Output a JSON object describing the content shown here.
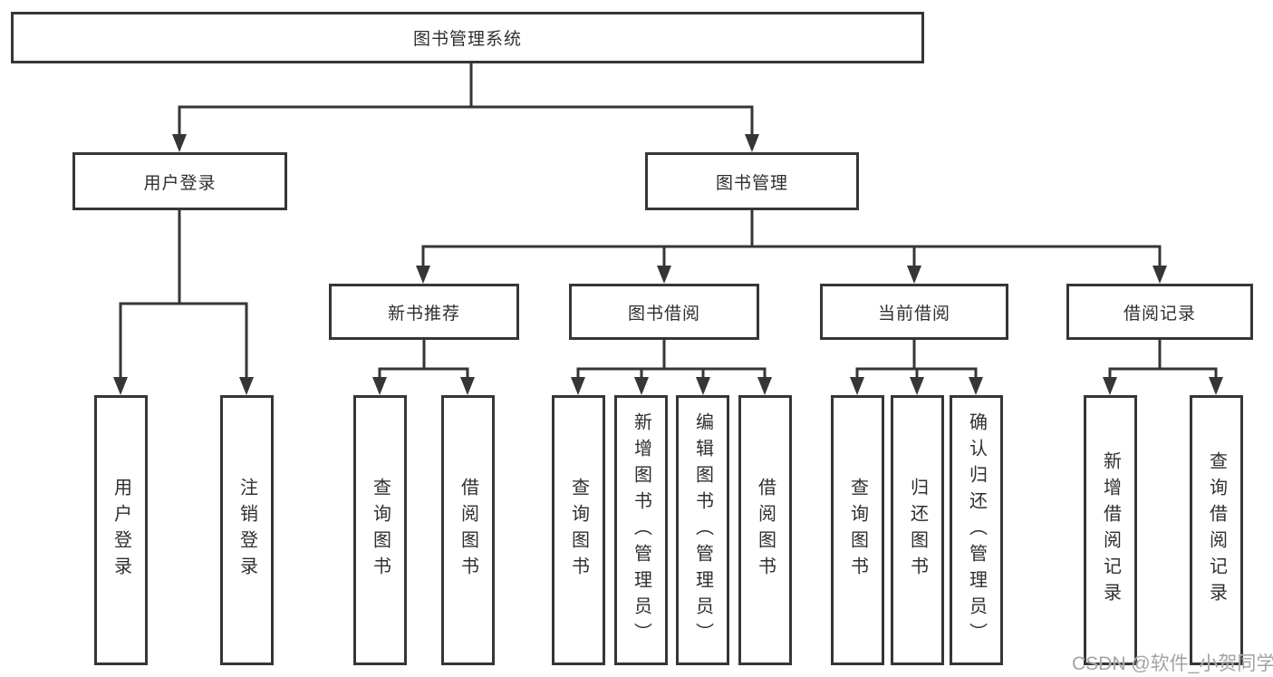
{
  "tree": {
    "root": {
      "label": "图书管理系统"
    },
    "branches": [
      {
        "label": "用户登录",
        "children": [
          {
            "label": "用户登录"
          },
          {
            "label": "注销登录"
          }
        ]
      },
      {
        "label": "图书管理",
        "children": [
          {
            "label": "新书推荐",
            "children": [
              {
                "label": "查询图书"
              },
              {
                "label": "借阅图书"
              }
            ]
          },
          {
            "label": "图书借阅",
            "children": [
              {
                "label": "查询图书"
              },
              {
                "label": "新增图书（管理员）"
              },
              {
                "label": "编辑图书（管理员）"
              },
              {
                "label": "借阅图书"
              }
            ]
          },
          {
            "label": "当前借阅",
            "children": [
              {
                "label": "查询图书"
              },
              {
                "label": "归还图书"
              },
              {
                "label": "确认归还（管理员）"
              }
            ]
          },
          {
            "label": "借阅记录",
            "children": [
              {
                "label": "新增借阅记录"
              },
              {
                "label": "查询借阅记录"
              }
            ]
          }
        ]
      }
    ]
  },
  "watermark": {
    "text": "CSDN @软件_小贺同学"
  },
  "colors": {
    "line": "#363636",
    "box_border": "#363636",
    "text": "#2f2f2f",
    "watermark": "#a3a3a3",
    "background": "#ffffff"
  }
}
